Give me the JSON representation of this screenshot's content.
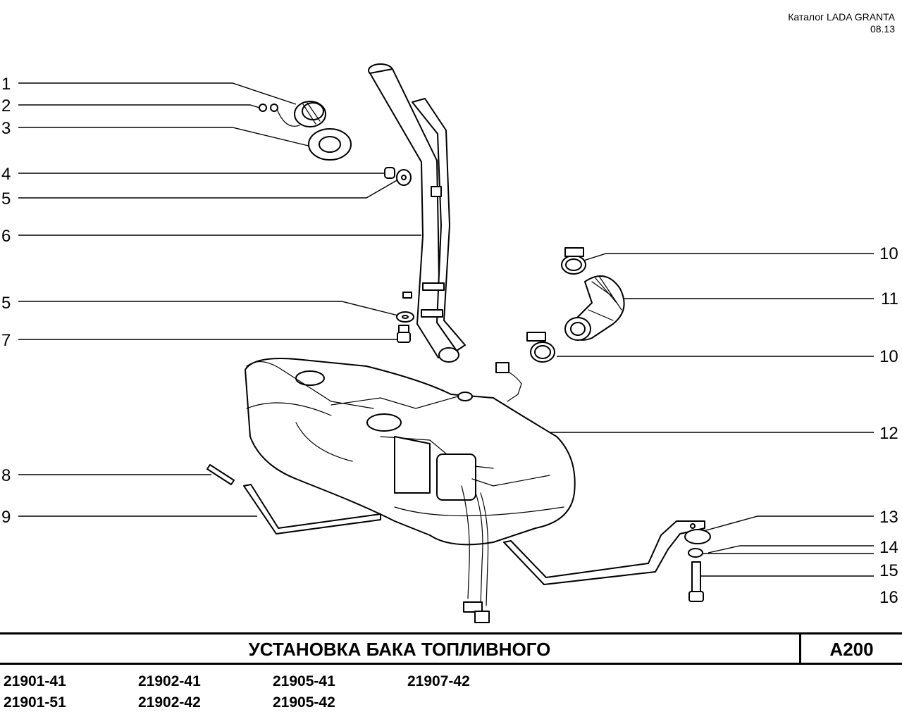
{
  "header": {
    "catalog": "Каталог  LADA  GRANTA",
    "date": "08.13"
  },
  "callouts": [
    {
      "label": "1",
      "side": "left"
    },
    {
      "label": "2",
      "side": "left"
    },
    {
      "label": "3",
      "side": "left"
    },
    {
      "label": "4",
      "side": "left"
    },
    {
      "label": "5",
      "side": "left"
    },
    {
      "label": "6",
      "side": "left"
    },
    {
      "label": "5",
      "side": "left"
    },
    {
      "label": "7",
      "side": "left"
    },
    {
      "label": "8",
      "side": "left"
    },
    {
      "label": "9",
      "side": "left"
    },
    {
      "label": "10",
      "side": "right"
    },
    {
      "label": "11",
      "side": "right"
    },
    {
      "label": "10",
      "side": "right"
    },
    {
      "label": "12",
      "side": "right"
    },
    {
      "label": "13",
      "side": "right"
    },
    {
      "label": "14",
      "side": "right"
    },
    {
      "label": "15",
      "side": "right"
    },
    {
      "label": "16",
      "side": "right"
    }
  ],
  "title": "УСТАНОВКА   БАКА   ТОПЛИВНОГО",
  "section_code": "А200",
  "models": [
    {
      "code": "21901-41"
    },
    {
      "code": "21902-41"
    },
    {
      "code": "21905-41"
    },
    {
      "code": "21907-42"
    },
    {
      "code": "21901-51"
    },
    {
      "code": "21902-42"
    },
    {
      "code": "21905-42"
    }
  ]
}
